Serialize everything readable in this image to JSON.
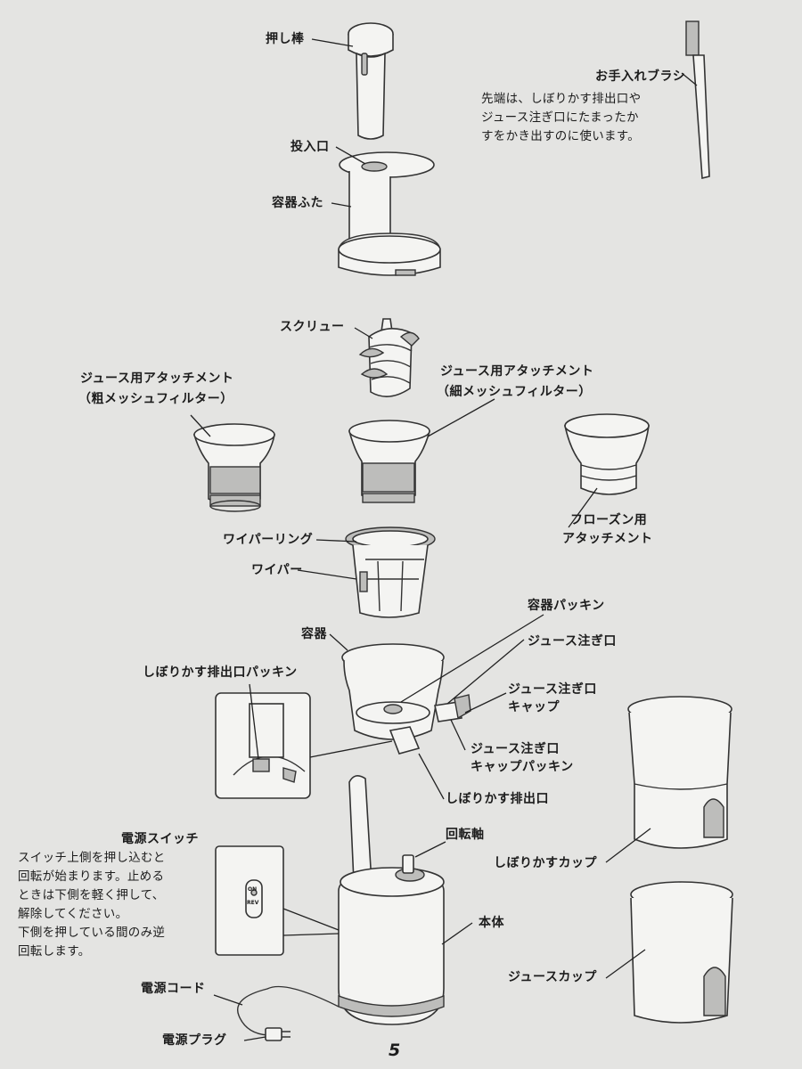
{
  "page_number": "5",
  "labels": {
    "pusher": "押し棒",
    "feed_inlet": "投入口",
    "lid": "容器ふた",
    "screw": "スクリュー",
    "coarse_title": "ジュース用アタッチメント",
    "coarse_sub": "（粗メッシュフィルター）",
    "fine_title": "ジュース用アタッチメント",
    "fine_sub": "（細メッシュフィルター）",
    "frozen_1": "フローズン用",
    "frozen_2": "アタッチメント",
    "wiper_ring": "ワイパーリング",
    "wiper": "ワイパー",
    "container": "容器",
    "container_packing": "容器パッキン",
    "juice_spout": "ジュース注ぎ口",
    "spout_cap_1": "ジュース注ぎ口",
    "spout_cap_2": "キャップ",
    "spout_cap_packing_1": "ジュース注ぎ口",
    "spout_cap_packing_2": "キャップパッキン",
    "pulp_packing": "しぼりかす排出口パッキン",
    "pulp_outlet": "しぼりかす排出口",
    "rotary_shaft": "回転軸",
    "body": "本体",
    "pulp_cup": "しぼりかすカップ",
    "juice_cup": "ジュースカップ",
    "power_switch": "電源スイッチ",
    "power_cord": "電源コード",
    "power_plug": "電源プラグ",
    "brush": "お手入れブラシ"
  },
  "notes": {
    "brush": [
      "先端は、しぼりかす排出口や",
      "ジュース注ぎ口にたまったか",
      "すをかき出すのに使います。"
    ],
    "switch": [
      "スイッチ上側を押し込むと",
      "回転が始まります。止める",
      "ときは下側を軽く押して、",
      "解除してください。",
      "下側を押している間のみ逆",
      "回転します。"
    ]
  },
  "switch_marks": {
    "on": "ON",
    "rev": "REV"
  }
}
